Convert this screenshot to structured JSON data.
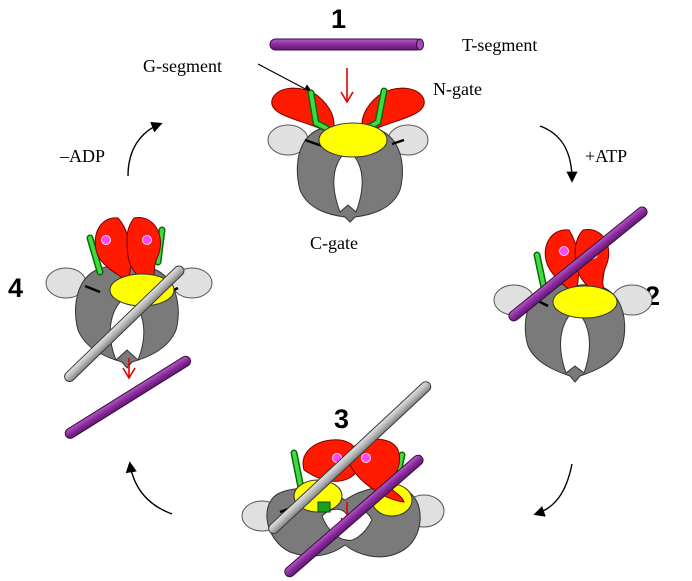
{
  "steps": {
    "s1": "1",
    "s2": "2",
    "s3": "3",
    "s4": "4"
  },
  "labels": {
    "t_segment": "T-segment",
    "g_segment": "G-segment",
    "n_gate": "N-gate",
    "c_gate": "C-gate",
    "plus_atp": "+ATP",
    "minus_adp": "–ADP"
  },
  "colors": {
    "t_segment": "#8b2a9e",
    "g_segment_bound": "#b0b0b0",
    "g_segment_loop": "#2ec22e",
    "n_gate_domain": "#ff1a00",
    "atp_site": "#ff44ff",
    "core_domain": "#ffff00",
    "c_gate_body": "#7a7a7a",
    "side_domain": "#e0e0e0",
    "red_arrow": "#e00000"
  }
}
